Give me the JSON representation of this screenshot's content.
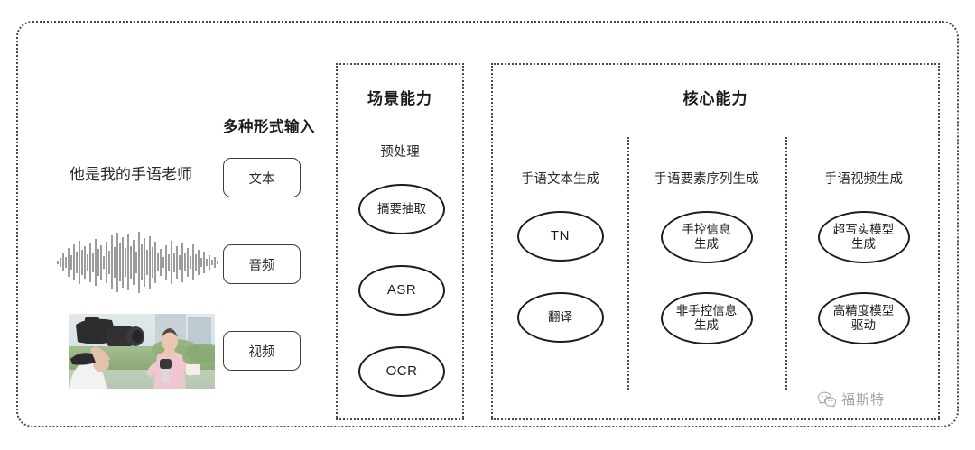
{
  "diagram": {
    "title_hidden": "",
    "colors": {
      "frame": "#4a4a4a",
      "stroke": "#1c1c1c",
      "text": "#2a2a2a",
      "watermark": "#6e6e6e"
    }
  },
  "input_section": {
    "heading": "多种形式输入",
    "sample_text": "他是我的手语老师",
    "waveform_label": "audio-waveform",
    "video_label": "video-thumbnail",
    "buttons": [
      {
        "label": "文本",
        "name": "text"
      },
      {
        "label": "音频",
        "name": "audio"
      },
      {
        "label": "视频",
        "name": "video"
      }
    ]
  },
  "scene_panel": {
    "title": "场景能力",
    "subtitle": "预处理",
    "nodes": [
      {
        "label": "摘要抽取",
        "latin": false
      },
      {
        "label": "ASR",
        "latin": true
      },
      {
        "label": "OCR",
        "latin": true
      }
    ]
  },
  "core_panel": {
    "title": "核心能力",
    "columns": [
      {
        "label": "手语文本生成",
        "nodes": [
          {
            "line1": "TN",
            "line2": "",
            "latin": true
          },
          {
            "line1": "翻译",
            "line2": "",
            "latin": false
          }
        ]
      },
      {
        "label": "手语要素序列生成",
        "nodes": [
          {
            "line1": "手控信息",
            "line2": "生成",
            "latin": false
          },
          {
            "line1": "非手控信息",
            "line2": "生成",
            "latin": false
          }
        ]
      },
      {
        "label": "手语视频生成",
        "nodes": [
          {
            "line1": "超写实模型",
            "line2": "生成",
            "latin": false
          },
          {
            "line1": "高精度模型",
            "line2": "驱动",
            "latin": false
          }
        ]
      }
    ]
  },
  "watermark": {
    "icon": "wechat-icon",
    "text": "福斯特"
  }
}
